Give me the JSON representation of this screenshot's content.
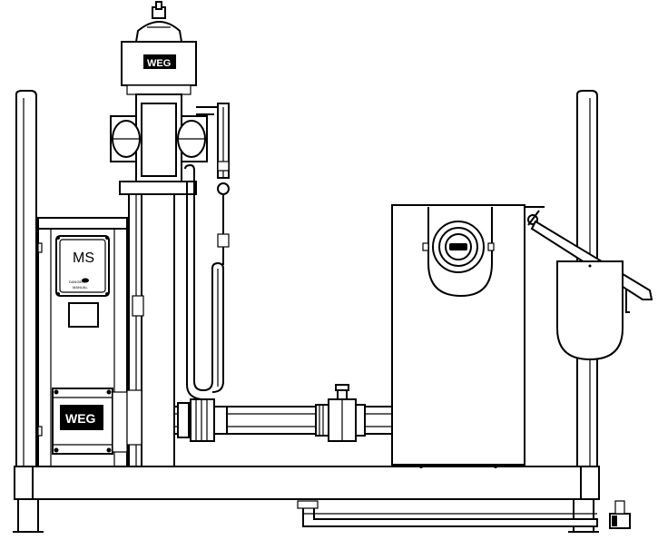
{
  "panel": {
    "label": "MS",
    "small_text_1": "DANGER",
    "small_text_2": "MANUAL",
    "brand": "WEG"
  },
  "motor": {
    "brand": "WEG"
  }
}
